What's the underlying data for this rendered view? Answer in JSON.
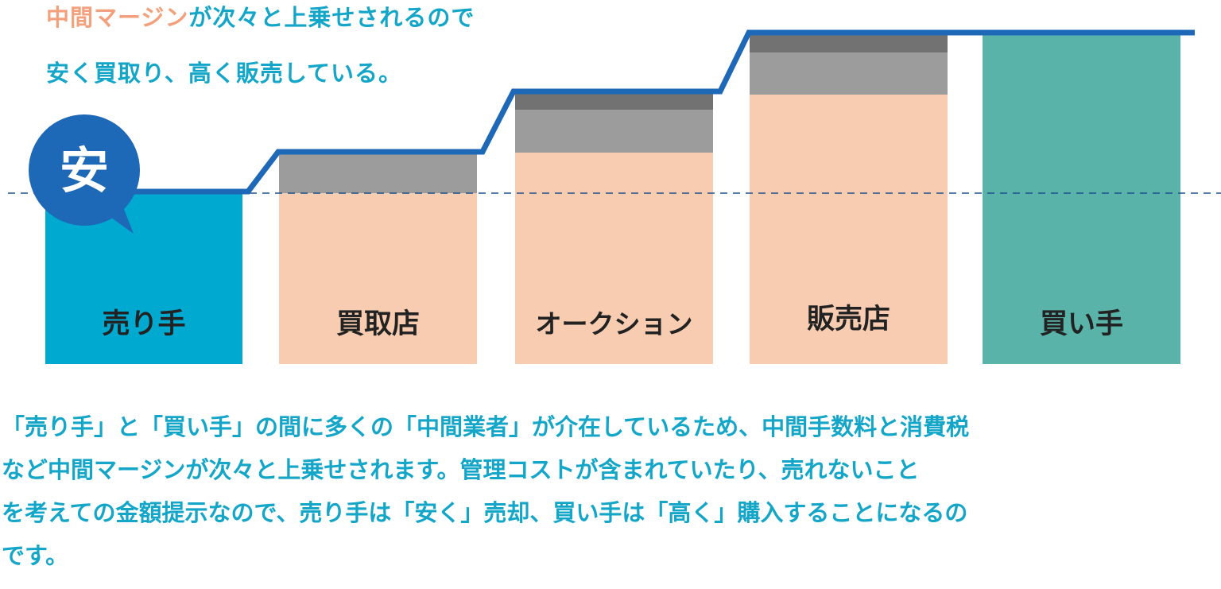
{
  "headline": {
    "accent": "中間マージン",
    "line1_rest": "が次々と上乗せされるので",
    "line2": "安く買取り、高く販売している。"
  },
  "badge": {
    "label": "安"
  },
  "columns": [
    {
      "label": "売り手"
    },
    {
      "label": "買取店"
    },
    {
      "label": "オークション"
    },
    {
      "label": "販売店"
    },
    {
      "label": "買い手"
    }
  ],
  "body": {
    "line1": "「売り手」と「買い手」の間に多くの「中間業者」が介在しているため、中間手数料と消費税",
    "line2": "など中間マージンが次々と上乗せされます。管理コストが含まれていたり、売れないこと",
    "line3": "を考えての金額提示なので、売り手は「安く」売却、買い手は「高く」購入することになるの",
    "line4": "です。"
  },
  "colors": {
    "seller": "#00a9cf",
    "cost": "#f7ccb0",
    "margin_light": "#9c9c9c",
    "margin_dark": "#727272",
    "buyer": "#59b3a9",
    "price_line": "#1e68b8",
    "text_cyan": "#14a6c9",
    "text_orange": "#f3a07c"
  }
}
